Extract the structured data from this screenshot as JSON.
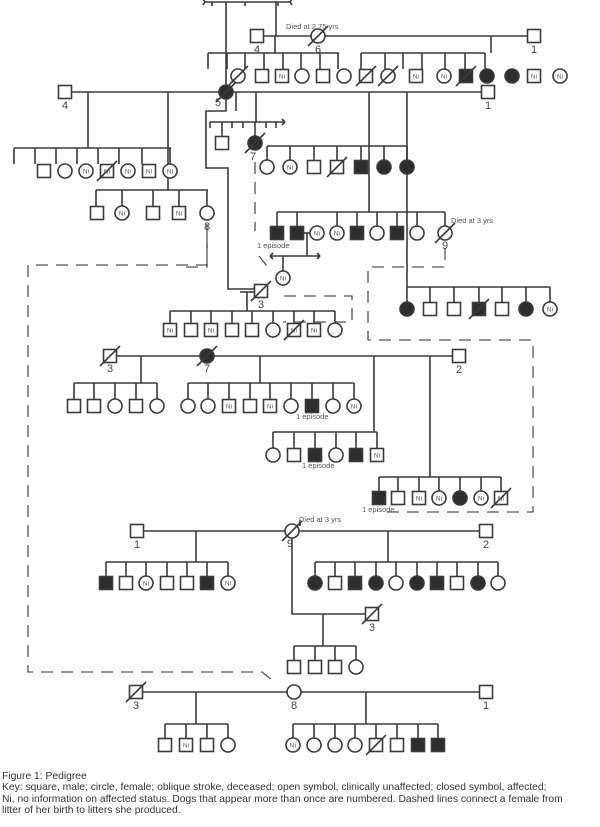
{
  "figure": {
    "title": "Figure 1: Pedigree",
    "key_lines": [
      "Key: square, male; circle, female; oblique stroke, deceased; open symbol, clinically unaffected; closed symbol, affected;",
      "Ni, no information on affected status. Dogs that appear more than once are numbered. Dashed lines connect a female from",
      "litter of her birth to litters she produced."
    ]
  },
  "legend_colors": {
    "line": "#3a3a3a",
    "affected_fill": "#2e2e2e",
    "unaffected_fill": "#ffffff",
    "dashed": "#555555"
  },
  "pedigree": {
    "notes": [
      {
        "id": "n-died-6",
        "text": "Died at 2.75 yrs"
      },
      {
        "id": "n-died-9a",
        "text": "Died at 3 yrs"
      },
      {
        "id": "n-died-9b",
        "text": "Died at 3 yrs"
      },
      {
        "id": "n-ep1",
        "text": "1 episode"
      },
      {
        "id": "n-ep2",
        "text": "1 episode"
      },
      {
        "id": "n-ep3",
        "text": "1 episode"
      },
      {
        "id": "n-ep4",
        "text": "1 episode"
      }
    ],
    "ni_label": "Ni",
    "individuals": [
      {
        "id": "g1-m4",
        "sex": "male",
        "status": "unaffected",
        "deceased": false,
        "number": "4"
      },
      {
        "id": "g1-f6",
        "sex": "female",
        "status": "unaffected",
        "deceased": true,
        "number": "6"
      },
      {
        "id": "g1-m1",
        "sex": "male",
        "status": "unaffected",
        "deceased": false,
        "number": "1"
      },
      {
        "id": "l1-1",
        "sex": "female",
        "status": "unaffected",
        "deceased": true
      },
      {
        "id": "l1-2",
        "sex": "male",
        "status": "unaffected",
        "deceased": false
      },
      {
        "id": "l1-3",
        "sex": "male",
        "status": "ni",
        "deceased": false
      },
      {
        "id": "l1-4",
        "sex": "female",
        "status": "unaffected",
        "deceased": false
      },
      {
        "id": "l1-5",
        "sex": "male",
        "status": "unaffected",
        "deceased": false
      },
      {
        "id": "l1-6",
        "sex": "female",
        "status": "unaffected",
        "deceased": false
      },
      {
        "id": "l1-7",
        "sex": "male",
        "status": "unaffected",
        "deceased": true
      },
      {
        "id": "l1-8",
        "sex": "female",
        "status": "unaffected",
        "deceased": true
      },
      {
        "id": "l2-1",
        "sex": "male",
        "status": "ni",
        "deceased": false
      },
      {
        "id": "l2-2",
        "sex": "female",
        "status": "ni",
        "deceased": false
      },
      {
        "id": "l2-3",
        "sex": "male",
        "status": "affected",
        "deceased": true
      },
      {
        "id": "l2-4",
        "sex": "female",
        "status": "affected",
        "deceased": false
      },
      {
        "id": "l2-5",
        "sex": "female",
        "status": "affected",
        "deceased": false
      },
      {
        "id": "l2-6",
        "sex": "male",
        "status": "ni",
        "deceased": false
      },
      {
        "id": "l2-7",
        "sex": "female",
        "status": "ni",
        "deceased": false
      },
      {
        "id": "g2-m4",
        "sex": "male",
        "status": "unaffected",
        "deceased": false,
        "number": "4"
      },
      {
        "id": "g2-f5",
        "sex": "female",
        "status": "affected",
        "deceased": true,
        "number": "5"
      },
      {
        "id": "g2-m1",
        "sex": "male",
        "status": "unaffected",
        "deceased": false,
        "number": "1"
      },
      {
        "id": "l3-1",
        "sex": "male",
        "status": "unaffected"
      },
      {
        "id": "l3-2",
        "sex": "female",
        "status": "unaffected"
      },
      {
        "id": "l3-3",
        "sex": "female",
        "status": "ni"
      },
      {
        "id": "l3-4",
        "sex": "male",
        "status": "ni",
        "deceased": true
      },
      {
        "id": "l3-5",
        "sex": "female",
        "status": "ni"
      },
      {
        "id": "l3-6",
        "sex": "male",
        "status": "ni"
      },
      {
        "id": "l3-7",
        "sex": "female",
        "status": "ni"
      },
      {
        "id": "l4-1",
        "sex": "male",
        "status": "unaffected"
      },
      {
        "id": "l4-2",
        "sex": "female",
        "status": "ni"
      },
      {
        "id": "l4-3",
        "sex": "male",
        "status": "unaffected"
      },
      {
        "id": "l4-4",
        "sex": "male",
        "status": "ni"
      },
      {
        "id": "l4-5",
        "sex": "female",
        "status": "unaffected",
        "number": "8"
      },
      {
        "id": "l5-1",
        "sex": "male",
        "status": "unaffected"
      },
      {
        "id": "l5-2",
        "sex": "female",
        "status": "affected",
        "deceased": true,
        "number": "7"
      },
      {
        "id": "l6-1",
        "sex": "female",
        "status": "unaffected"
      },
      {
        "id": "l6-2",
        "sex": "female",
        "status": "ni"
      },
      {
        "id": "l6-3",
        "sex": "male",
        "status": "unaffected"
      },
      {
        "id": "l6-4",
        "sex": "male",
        "status": "unaffected",
        "deceased": true
      },
      {
        "id": "l6-5",
        "sex": "male",
        "status": "affected"
      },
      {
        "id": "l6-6",
        "sex": "female",
        "status": "affected"
      },
      {
        "id": "l6-7",
        "sex": "female",
        "status": "affected"
      },
      {
        "id": "l7-1",
        "sex": "male",
        "status": "affected"
      },
      {
        "id": "l7-2",
        "sex": "male",
        "status": "affected"
      },
      {
        "id": "l7-3",
        "sex": "female",
        "status": "ni"
      },
      {
        "id": "l7-4",
        "sex": "female",
        "status": "ni"
      },
      {
        "id": "l7-5",
        "sex": "male",
        "status": "affected"
      },
      {
        "id": "l7-6",
        "sex": "female",
        "status": "unaffected"
      },
      {
        "id": "l7-7",
        "sex": "male",
        "status": "affected"
      },
      {
        "id": "l7-8",
        "sex": "female",
        "status": "unaffected"
      },
      {
        "id": "l7-9",
        "sex": "female",
        "status": "unaffected",
        "deceased": true,
        "number": "9"
      },
      {
        "id": "l8-1",
        "sex": "female",
        "status": "ni"
      },
      {
        "id": "g3-m3",
        "sex": "male",
        "status": "unaffected",
        "deceased": true,
        "number": "3"
      },
      {
        "id": "l9-1",
        "sex": "male",
        "status": "ni"
      },
      {
        "id": "l9-2",
        "sex": "male",
        "status": "unaffected"
      },
      {
        "id": "l9-3",
        "sex": "male",
        "status": "ni"
      },
      {
        "id": "l9-4",
        "sex": "male",
        "status": "unaffected"
      },
      {
        "id": "l9-5",
        "sex": "male",
        "status": "unaffected"
      },
      {
        "id": "l9-6",
        "sex": "female",
        "status": "unaffected"
      },
      {
        "id": "l9-7",
        "sex": "male",
        "status": "ni",
        "deceased": true
      },
      {
        "id": "l9-8",
        "sex": "male",
        "status": "ni"
      },
      {
        "id": "l9-9",
        "sex": "female",
        "status": "unaffected"
      },
      {
        "id": "l10-1",
        "sex": "female",
        "status": "affected"
      },
      {
        "id": "l10-2",
        "sex": "male",
        "status": "unaffected"
      },
      {
        "id": "l10-3",
        "sex": "male",
        "status": "unaffected"
      },
      {
        "id": "l10-4",
        "sex": "male",
        "status": "affected",
        "deceased": true
      },
      {
        "id": "l10-5",
        "sex": "male",
        "status": "unaffected"
      },
      {
        "id": "l10-6",
        "sex": "female",
        "status": "affected"
      },
      {
        "id": "l10-7",
        "sex": "female",
        "status": "ni"
      },
      {
        "id": "g4-m3",
        "sex": "male",
        "status": "unaffected",
        "deceased": true,
        "number": "3"
      },
      {
        "id": "g4-f7",
        "sex": "female",
        "status": "affected",
        "deceased": true,
        "number": "7"
      },
      {
        "id": "g4-m2",
        "sex": "male",
        "status": "unaffected",
        "number": "2"
      },
      {
        "id": "l11-1",
        "sex": "male",
        "status": "unaffected"
      },
      {
        "id": "l11-2",
        "sex": "male",
        "status": "unaffected"
      },
      {
        "id": "l11-3",
        "sex": "female",
        "status": "unaffected"
      },
      {
        "id": "l11-4",
        "sex": "male",
        "status": "unaffected"
      },
      {
        "id": "l11-5",
        "sex": "female",
        "status": "unaffected"
      },
      {
        "id": "l12-1",
        "sex": "female",
        "status": "unaffected"
      },
      {
        "id": "l12-2",
        "sex": "female",
        "status": "unaffected"
      },
      {
        "id": "l12-3",
        "sex": "male",
        "status": "ni"
      },
      {
        "id": "l12-4",
        "sex": "male",
        "status": "unaffected"
      },
      {
        "id": "l12-5",
        "sex": "male",
        "status": "ni"
      },
      {
        "id": "l12-6",
        "sex": "female",
        "status": "unaffected"
      },
      {
        "id": "l12-7",
        "sex": "male",
        "status": "affected",
        "note": "1 episode"
      },
      {
        "id": "l12-8",
        "sex": "female",
        "status": "unaffected"
      },
      {
        "id": "l12-9",
        "sex": "female",
        "status": "ni"
      },
      {
        "id": "l13-1",
        "sex": "female",
        "status": "unaffected"
      },
      {
        "id": "l13-2",
        "sex": "male",
        "status": "unaffected"
      },
      {
        "id": "l13-3",
        "sex": "male",
        "status": "affected",
        "note": "1 episode"
      },
      {
        "id": "l13-4",
        "sex": "female",
        "status": "unaffected"
      },
      {
        "id": "l13-5",
        "sex": "male",
        "status": "affected"
      },
      {
        "id": "l13-6",
        "sex": "male",
        "status": "ni"
      },
      {
        "id": "l14-1",
        "sex": "male",
        "status": "affected",
        "note": "1 episode"
      },
      {
        "id": "l14-2",
        "sex": "male",
        "status": "unaffected"
      },
      {
        "id": "l14-3",
        "sex": "male",
        "status": "ni"
      },
      {
        "id": "l14-4",
        "sex": "female",
        "status": "ni"
      },
      {
        "id": "l14-5",
        "sex": "female",
        "status": "affected"
      },
      {
        "id": "l14-6",
        "sex": "female",
        "status": "ni"
      },
      {
        "id": "l14-7",
        "sex": "male",
        "status": "ni",
        "deceased": true
      },
      {
        "id": "g5-m1",
        "sex": "male",
        "status": "unaffected",
        "number": "1"
      },
      {
        "id": "g5-f9",
        "sex": "female",
        "status": "unaffected",
        "deceased": true,
        "number": "9"
      },
      {
        "id": "g5-m2",
        "sex": "male",
        "status": "unaffected",
        "number": "2"
      },
      {
        "id": "l15-1",
        "sex": "male",
        "status": "affected"
      },
      {
        "id": "l15-2",
        "sex": "male",
        "status": "unaffected"
      },
      {
        "id": "l15-3",
        "sex": "female",
        "status": "ni"
      },
      {
        "id": "l15-4",
        "sex": "male",
        "status": "unaffected"
      },
      {
        "id": "l15-5",
        "sex": "male",
        "status": "unaffected"
      },
      {
        "id": "l15-6",
        "sex": "male",
        "status": "affected"
      },
      {
        "id": "l15-7",
        "sex": "female",
        "status": "ni"
      },
      {
        "id": "l16-1",
        "sex": "female",
        "status": "affected"
      },
      {
        "id": "l16-2",
        "sex": "male",
        "status": "unaffected"
      },
      {
        "id": "l16-3",
        "sex": "male",
        "status": "affected"
      },
      {
        "id": "l16-4",
        "sex": "female",
        "status": "affected"
      },
      {
        "id": "l16-5",
        "sex": "female",
        "status": "unaffected"
      },
      {
        "id": "l16-6",
        "sex": "female",
        "status": "affected"
      },
      {
        "id": "l16-7",
        "sex": "male",
        "status": "affected"
      },
      {
        "id": "l16-8",
        "sex": "male",
        "status": "unaffected"
      },
      {
        "id": "l16-9",
        "sex": "female",
        "status": "affected"
      },
      {
        "id": "l16-10",
        "sex": "female",
        "status": "unaffected"
      },
      {
        "id": "g6-m3",
        "sex": "male",
        "status": "unaffected",
        "deceased": true,
        "number": "3"
      },
      {
        "id": "l17-1",
        "sex": "male",
        "status": "unaffected"
      },
      {
        "id": "l17-2",
        "sex": "male",
        "status": "unaffected"
      },
      {
        "id": "l17-3",
        "sex": "male",
        "status": "unaffected"
      },
      {
        "id": "l17-4",
        "sex": "female",
        "status": "unaffected"
      },
      {
        "id": "g7-m3",
        "sex": "male",
        "status": "unaffected",
        "deceased": true,
        "number": "3"
      },
      {
        "id": "g7-f8",
        "sex": "female",
        "status": "unaffected",
        "number": "8"
      },
      {
        "id": "g7-m1",
        "sex": "male",
        "status": "unaffected",
        "number": "1"
      },
      {
        "id": "l18-1",
        "sex": "male",
        "status": "unaffected"
      },
      {
        "id": "l18-2",
        "sex": "male",
        "status": "ni"
      },
      {
        "id": "l18-3",
        "sex": "male",
        "status": "unaffected"
      },
      {
        "id": "l18-4",
        "sex": "female",
        "status": "unaffected"
      },
      {
        "id": "l19-1",
        "sex": "female",
        "status": "ni"
      },
      {
        "id": "l19-2",
        "sex": "female",
        "status": "unaffected"
      },
      {
        "id": "l19-3",
        "sex": "female",
        "status": "unaffected"
      },
      {
        "id": "l19-4",
        "sex": "female",
        "status": "unaffected"
      },
      {
        "id": "l19-5",
        "sex": "male",
        "status": "unaffected",
        "deceased": true
      },
      {
        "id": "l19-6",
        "sex": "male",
        "status": "unaffected"
      },
      {
        "id": "l19-7",
        "sex": "male",
        "status": "affected"
      },
      {
        "id": "l19-8",
        "sex": "male",
        "status": "affected"
      }
    ]
  }
}
